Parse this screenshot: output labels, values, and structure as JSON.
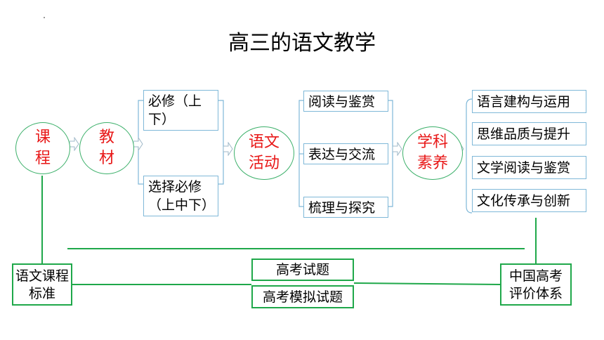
{
  "title": "高三的语文教学",
  "nodes": {
    "kecheng": [
      "课",
      "程"
    ],
    "jiaocai": [
      "教",
      "材"
    ],
    "yuwen_huodong": [
      "语文",
      "活动"
    ],
    "xueke_suyang": [
      "学科",
      "素养"
    ]
  },
  "textbooks": {
    "required": "必修（上下）",
    "elective": "选择必修（上中下）"
  },
  "activities": [
    "阅读与鉴赏",
    "表达与交流",
    "梳理与探究"
  ],
  "literacy": [
    "语言建构与运用",
    "思维品质与提升",
    "文学阅读与鉴赏",
    "文化传承与创新"
  ],
  "bottom": {
    "standard": "语文课程标准",
    "exam": "高考试题",
    "mock_exam": "高考模拟试题",
    "evaluation": "中国高考评价体系"
  },
  "colors": {
    "node_text": "#e81818",
    "circle_border": "#3cb06a",
    "green_line": "#1fa84a",
    "blue_border": "#7fb8d8"
  }
}
